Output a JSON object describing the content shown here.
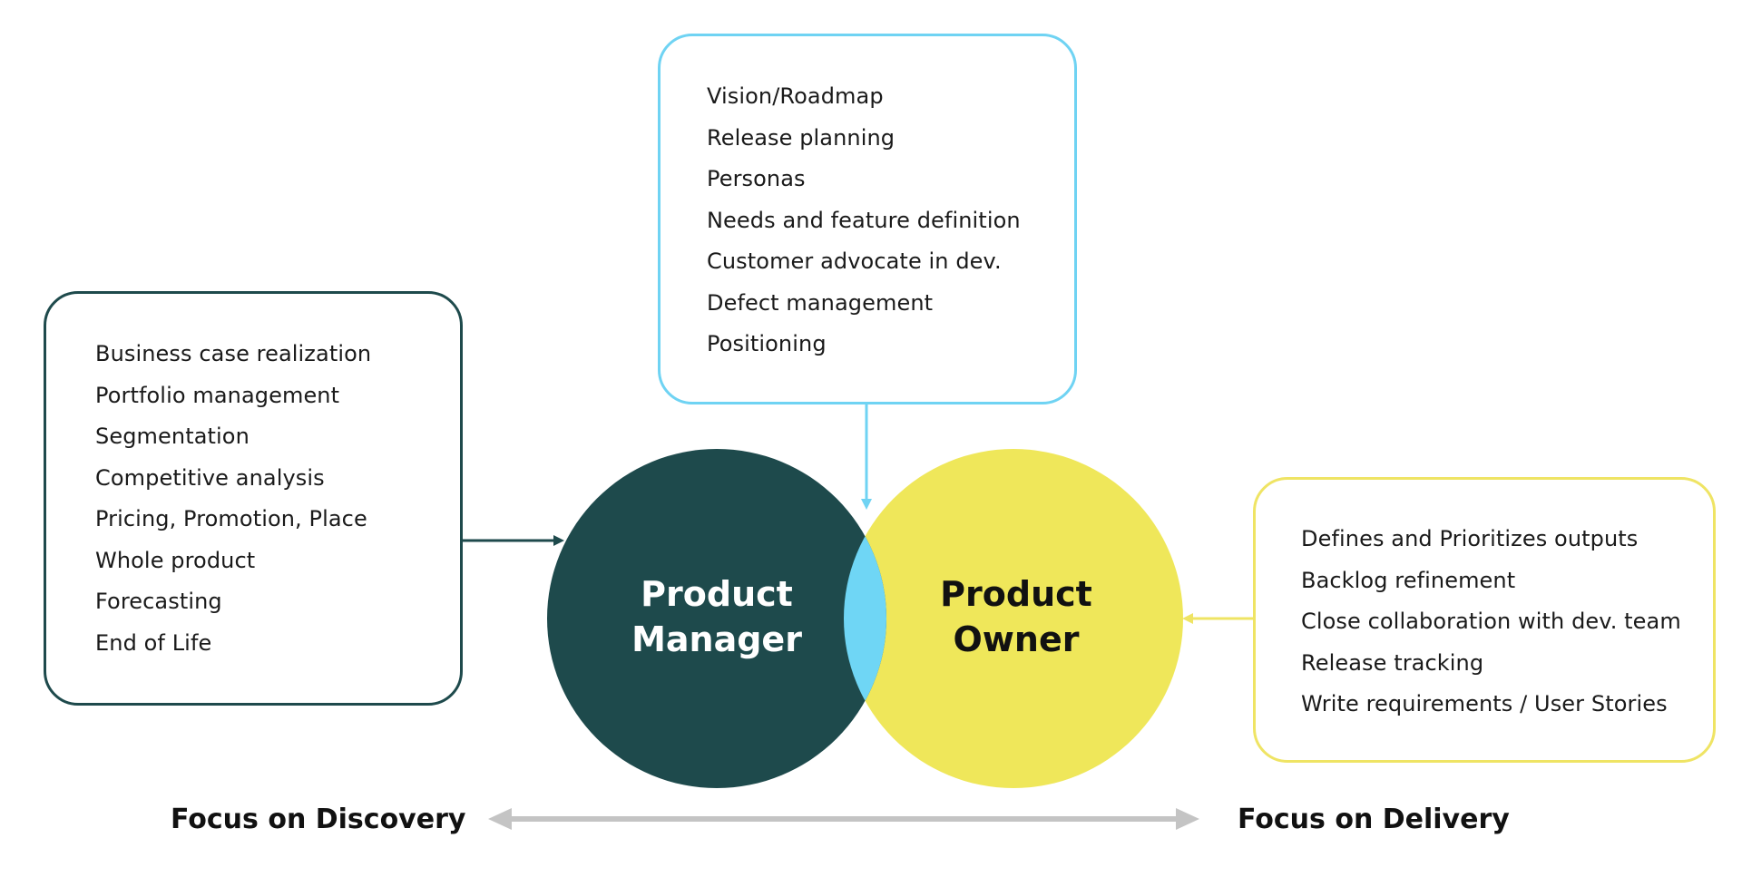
{
  "colors": {
    "manager": "#1e4a4c",
    "owner": "#efe75a",
    "overlap": "#6fd6f5",
    "box_left_border": "#1e4a4c",
    "box_top_border": "#6fd3f3",
    "box_right_border": "#efe464",
    "axis_arrow": "#c4c4c4"
  },
  "circles": {
    "manager": {
      "line1": "Product",
      "line2": "Manager"
    },
    "owner": {
      "line1": "Product",
      "line2": "Owner"
    }
  },
  "left_box": {
    "items": [
      "Business case realization",
      "Portfolio management",
      "Segmentation",
      "Competitive analysis",
      "Pricing, Promotion, Place",
      "Whole product",
      "Forecasting",
      "End of Life"
    ]
  },
  "top_box": {
    "items": [
      "Vision/Roadmap",
      "Release planning",
      "Personas",
      "Needs and feature definition",
      "Customer advocate in dev.",
      "Defect management",
      "Positioning"
    ]
  },
  "right_box": {
    "items": [
      "Defines and Prioritizes outputs",
      "Backlog refinement",
      "Close collaboration with dev. team",
      "Release tracking",
      "Write requirements / User Stories"
    ]
  },
  "axis": {
    "left_label": "Focus on Discovery",
    "right_label": "Focus on Delivery"
  }
}
